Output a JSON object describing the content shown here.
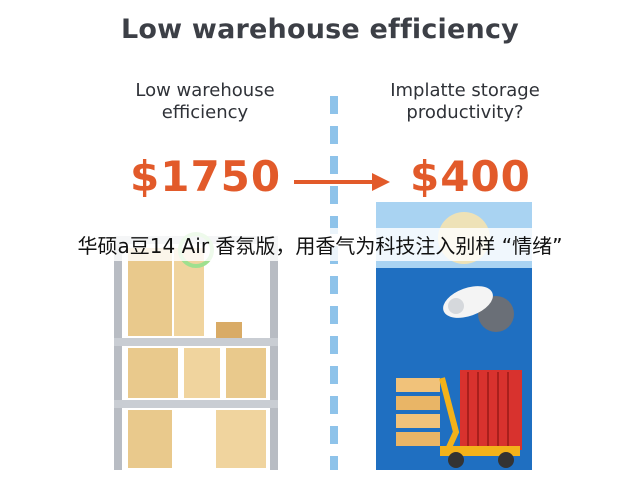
{
  "title": "Low warehouse efficiency",
  "left": {
    "label_line1": "Low warehouse",
    "label_line2": "efficiency",
    "price": "$1750"
  },
  "right": {
    "label_line1": "Implatte storage",
    "label_line2": "productivity?",
    "price": "$400"
  },
  "overlay_caption": "华硕a豆14 Air 香氛版，用香气为科技注入别样 “情绪”",
  "colors": {
    "accent_orange": "#e25a2a",
    "divider_blue": "#8ec3ea",
    "panel_blue": "#1f6fc1",
    "panel_light": "#a9d3f2",
    "shelf_gray": "#c9cdd3",
    "box_tan": "#e9c98c",
    "lift_yellow": "#f3b21a",
    "container_red": "#d8322e"
  },
  "icons": [
    "arrow-right-icon",
    "clock-icon",
    "shelf-illustration",
    "forklift-illustration"
  ]
}
